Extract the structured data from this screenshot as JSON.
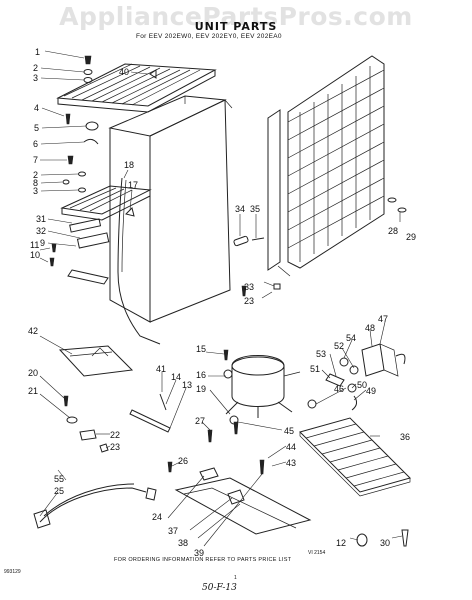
{
  "watermark": "AppliancePartsPros.com",
  "title": "UNIT PARTS",
  "subtitle": "For EEV 202EW0, EEV 202EY0, EEV 202EA0",
  "callouts": {
    "c1": "1",
    "c2": "2",
    "c3": "3",
    "c4": "4",
    "c5": "5",
    "c6": "6",
    "c7": "7",
    "c2b": "2",
    "c8": "8",
    "c3b": "3",
    "c31": "31",
    "c32": "32",
    "c9": "9",
    "c11": "11",
    "c10": "10",
    "c40": "40",
    "c18": "18",
    "c17": "17",
    "c34": "34",
    "c35": "35",
    "c28": "28",
    "c29": "29",
    "c33": "33",
    "c23": "23",
    "c42": "42",
    "c15": "15",
    "c16": "16",
    "c19": "19",
    "c20": "20",
    "c21": "21",
    "c41": "41",
    "c14": "14",
    "c13": "13",
    "c22": "22",
    "c23b": "23",
    "c27": "27",
    "c26": "26",
    "c55": "55",
    "c25": "25",
    "c47": "47",
    "c48": "48",
    "c54": "54",
    "c52": "52",
    "c53": "53",
    "c51": "51",
    "c50": "50",
    "c49": "49",
    "c46": "46",
    "c36": "36",
    "c45": "45",
    "c44": "44",
    "c43": "43",
    "c24": "24",
    "c37": "37",
    "c38": "38",
    "c39": "39",
    "c12": "12",
    "c30": "30"
  },
  "ordering_note": "FOR ORDERING INFORMATION REFER TO PARTS PRICE LIST",
  "drawing_code": "VI 2154",
  "doc_number": "993129",
  "page_number": "1",
  "handwritten_note": "50-F-13"
}
